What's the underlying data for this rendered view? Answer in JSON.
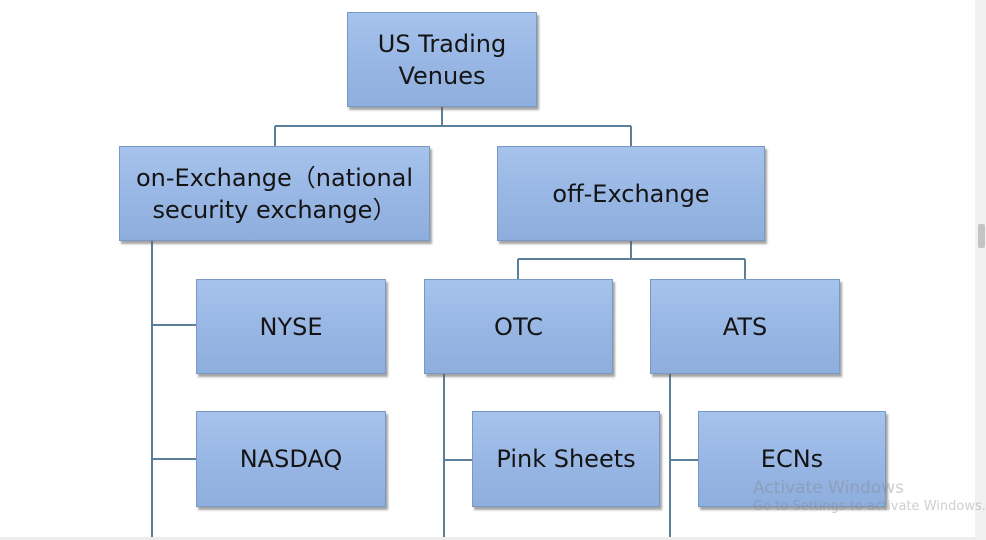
{
  "diagram": {
    "root": {
      "line1": "US Trading",
      "line2": "Venues"
    },
    "on_exchange": {
      "line1": "on-Exchange（national",
      "line2": "security exchange）"
    },
    "off_exchange": {
      "label": "off-Exchange"
    },
    "nyse": {
      "label": "NYSE"
    },
    "nasdaq": {
      "label": "NASDAQ"
    },
    "otc": {
      "label": "OTC"
    },
    "ats": {
      "label": "ATS"
    },
    "pink_sheets": {
      "label": "Pink Sheets"
    },
    "ecns": {
      "label": "ECNs"
    }
  },
  "colors": {
    "box_fill": "#98b6e4",
    "box_border": "#7a98c4",
    "connector": "#5b7f98"
  },
  "watermark": {
    "title": "Activate Windows",
    "subtitle": "Go to Settings to activate Windows."
  }
}
